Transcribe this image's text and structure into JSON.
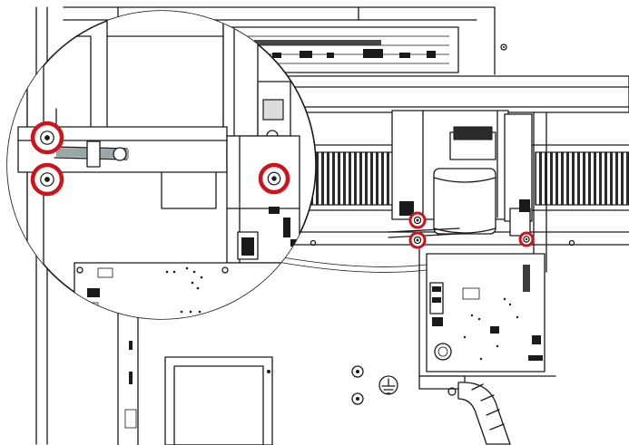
{
  "colors": {
    "background": "#ffffff",
    "line": "#1a1a1a",
    "highlight": "#d0121b",
    "fan_grille": "#2b2b2b",
    "cable_shade": "#9aa7a8"
  },
  "illustration": {
    "callouts": [
      {
        "id": "inset-screw-top-left",
        "view": "magnified"
      },
      {
        "id": "inset-screw-bottom-left",
        "view": "magnified"
      },
      {
        "id": "inset-screw-right",
        "view": "magnified"
      },
      {
        "id": "screw-upper",
        "view": "main"
      },
      {
        "id": "screw-lower",
        "view": "main"
      },
      {
        "id": "screw-bracket",
        "view": "main"
      }
    ],
    "icons": [
      "ground-symbol-icon"
    ]
  }
}
